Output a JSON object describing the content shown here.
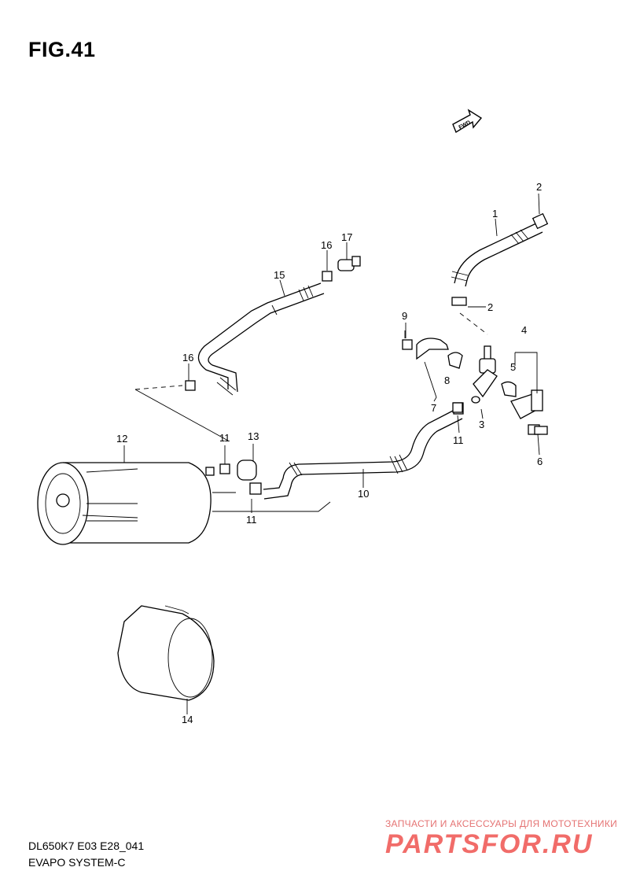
{
  "figure": {
    "title": "FIG.41",
    "fwd_label": "FWD"
  },
  "callouts": [
    "1",
    "2",
    "2",
    "3",
    "4",
    "5",
    "6",
    "7",
    "8",
    "9",
    "10",
    "11",
    "11",
    "11",
    "12",
    "13",
    "14",
    "15",
    "16",
    "16",
    "17"
  ],
  "footer": {
    "model_code": "DL650K7 E03 E28_041",
    "system_name": "EVAPO SYSTEM-C"
  },
  "watermark": {
    "tagline": "ЗАПЧАСТИ И АКСЕССУАРЫ ДЛЯ МОТОТЕХНИКИ",
    "brand": "PARTSFOR.RU"
  }
}
